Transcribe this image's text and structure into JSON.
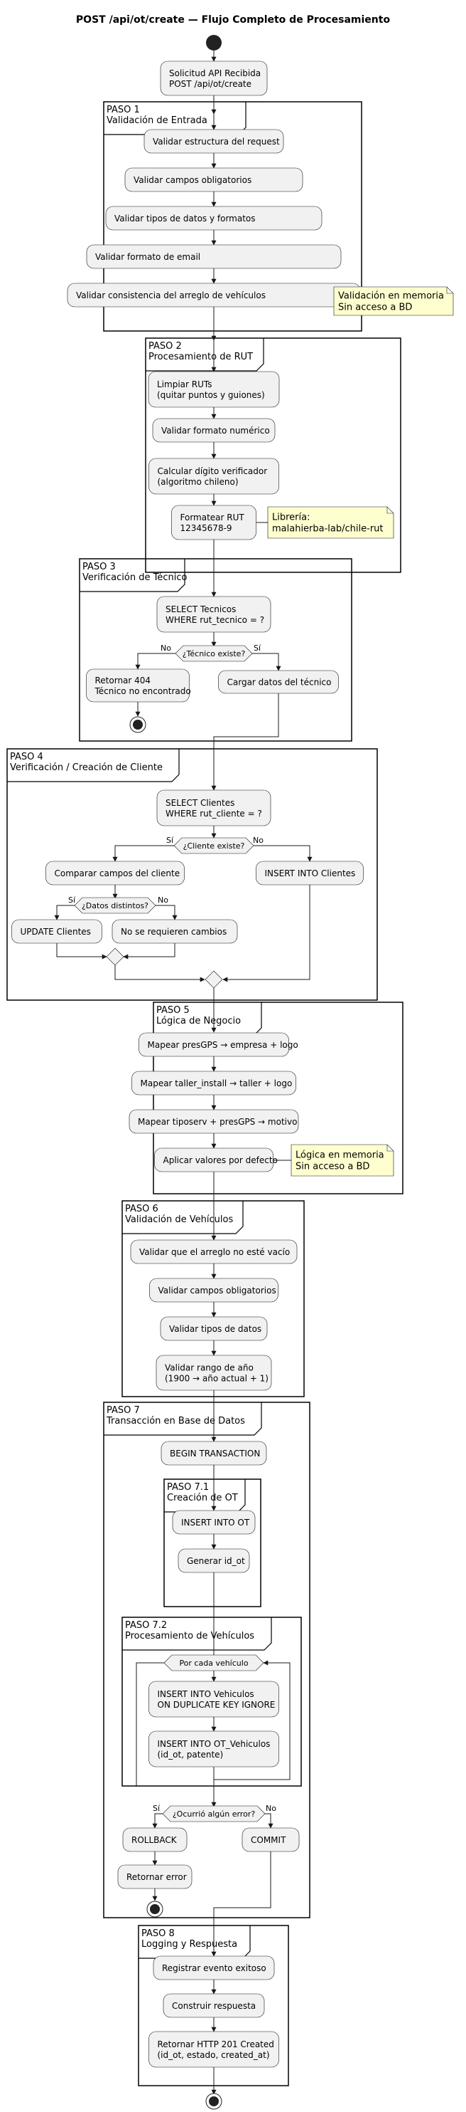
{
  "title": "POST /api/ot/create — Flujo Completo de Procesamiento",
  "start": "Solicitud API Recibida\nPOST /api/ot/create",
  "paso1": {
    "label": "PASO 1\nValidación de Entrada",
    "steps": [
      "Validar estructura del request",
      "Validar campos obligatorios",
      "Validar tipos de datos y formatos",
      "Validar formato de email",
      "Validar consistencia del arreglo de vehículos"
    ],
    "note": "Validación en memoria\nSin acceso a BD"
  },
  "paso2": {
    "label": "PASO 2\nProcesamiento de RUT",
    "steps": [
      "Limpiar RUTs\n(quitar puntos y guiones)",
      "Validar formato numérico",
      "Calcular dígito verificador\n(algoritmo chileno)",
      "Formatear RUT\n12345678-9"
    ],
    "note": "Librería:\nmalahierba-lab/chile-rut"
  },
  "paso3": {
    "label": "PASO 3\nVerificación de Técnico",
    "select": "SELECT Tecnicos\nWHERE rut_tecnico = ?",
    "decision": "¿Técnico existe?",
    "no": "No",
    "yes": "Sí",
    "not_found": "Retornar 404\nTécnico no encontrado",
    "load": "Cargar datos del técnico"
  },
  "paso4": {
    "label": "PASO 4\nVerificación / Creación de Cliente",
    "select": "SELECT Clientes\nWHERE rut_cliente = ?",
    "decision": "¿Cliente existe?",
    "yes": "Sí",
    "no": "No",
    "compare": "Comparar campos del cliente",
    "insert": "INSERT INTO Clientes",
    "decision2": "¿Datos distintos?",
    "update": "UPDATE Clientes",
    "nochange": "No se requieren cambios"
  },
  "paso5": {
    "label": "PASO 5\nLógica de Negocio",
    "steps": [
      "Mapear presGPS → empresa + logo",
      "Mapear taller_install → taller + logo",
      "Mapear tiposerv + presGPS → motivo",
      "Aplicar valores por defecto"
    ],
    "note": "Lógica en memoria\nSin acceso a BD"
  },
  "paso6": {
    "label": "PASO 6\nValidación de Vehículos",
    "steps": [
      "Validar que el arreglo no esté vacío",
      "Validar campos obligatorios",
      "Validar tipos de datos",
      "Validar rango de año\n(1900 → año actual + 1)"
    ]
  },
  "paso7": {
    "label": "PASO 7\nTransacción en Base de Datos",
    "begin": "BEGIN TRANSACTION",
    "sub1": {
      "label": "PASO 7.1\nCreación de OT",
      "steps": [
        "INSERT INTO OT",
        "Generar id_ot"
      ]
    },
    "sub2": {
      "label": "PASO 7.2\nProcesamiento de Vehículos",
      "loop": "Por cada vehículo",
      "steps": [
        "INSERT INTO Vehiculos\nON DUPLICATE KEY IGNORE",
        "INSERT INTO OT_Vehiculos\n(id_ot, patente)"
      ]
    },
    "decision": "¿Ocurrió algún error?",
    "yes": "Sí",
    "no": "No",
    "rollback": "ROLLBACK",
    "error": "Retornar error",
    "commit": "COMMIT"
  },
  "paso8": {
    "label": "PASO 8\nLogging y Respuesta",
    "steps": [
      "Registrar evento exitoso",
      "Construir respuesta",
      "Retornar HTTP 201 Created\n(id_ot, estado, created_at)"
    ]
  },
  "colors": {
    "box_fill": "#f1f1f1",
    "box_stroke": "#181818",
    "note_fill": "#fefece",
    "frame_stroke": "#000000"
  }
}
